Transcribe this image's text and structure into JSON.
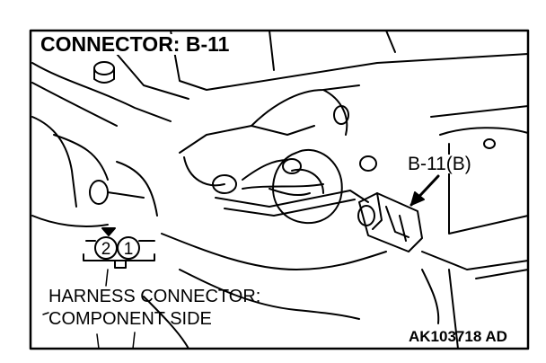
{
  "title": "CONNECTOR: B-11",
  "callout_label": "B-11(B)",
  "harness_label_line1": "HARNESS CONNECTOR:",
  "harness_label_line2": "COMPONENT SIDE",
  "pin_labels": [
    "2",
    "1"
  ],
  "figure_code": "AK103718 AD"
}
